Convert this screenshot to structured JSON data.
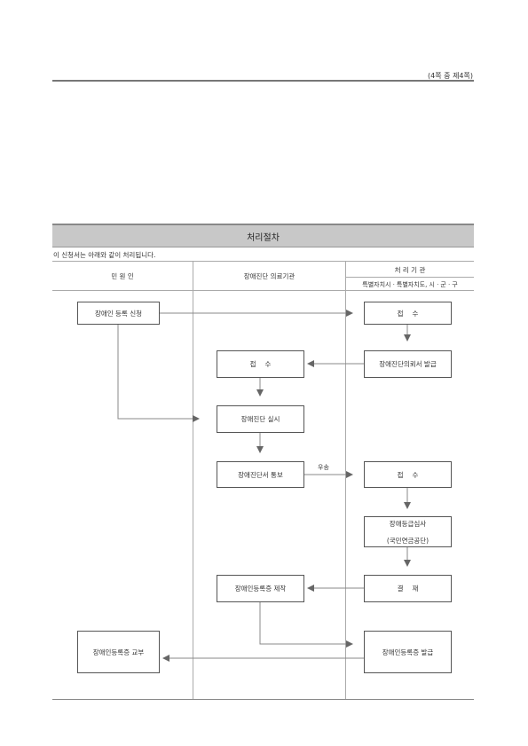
{
  "header": {
    "page_number": "(4쪽 중 제4쪽)"
  },
  "section": {
    "title": "처리절차",
    "intro": "이 신청서는 아래와 같이 처리됩니다."
  },
  "columns": {
    "applicant": "민 원 인",
    "medical": "장애진단 의료기관",
    "agency": "처 리 기 관",
    "agency_sub": "특별자치시ㆍ특별자치도, 시ㆍ군ㆍ구"
  },
  "boxes": {
    "apply": "장애인 등록 신청",
    "receive1": "접　 수",
    "medical_receive": "접　 수",
    "issue_request": "장애진단의뢰서 발급",
    "diagnosis": "장애진단 실시",
    "notify": "장애진단서 통보",
    "receive2": "접　 수",
    "grade_review": "장애등급심사",
    "grade_review_sub": "(국민연금공단)",
    "approval": "결　 재",
    "card_make": "장애인등록증 제작",
    "card_issue": "장애인등록증 발급",
    "card_deliver": "장애인등록증 교부"
  },
  "labels": {
    "mail": "우송"
  }
}
